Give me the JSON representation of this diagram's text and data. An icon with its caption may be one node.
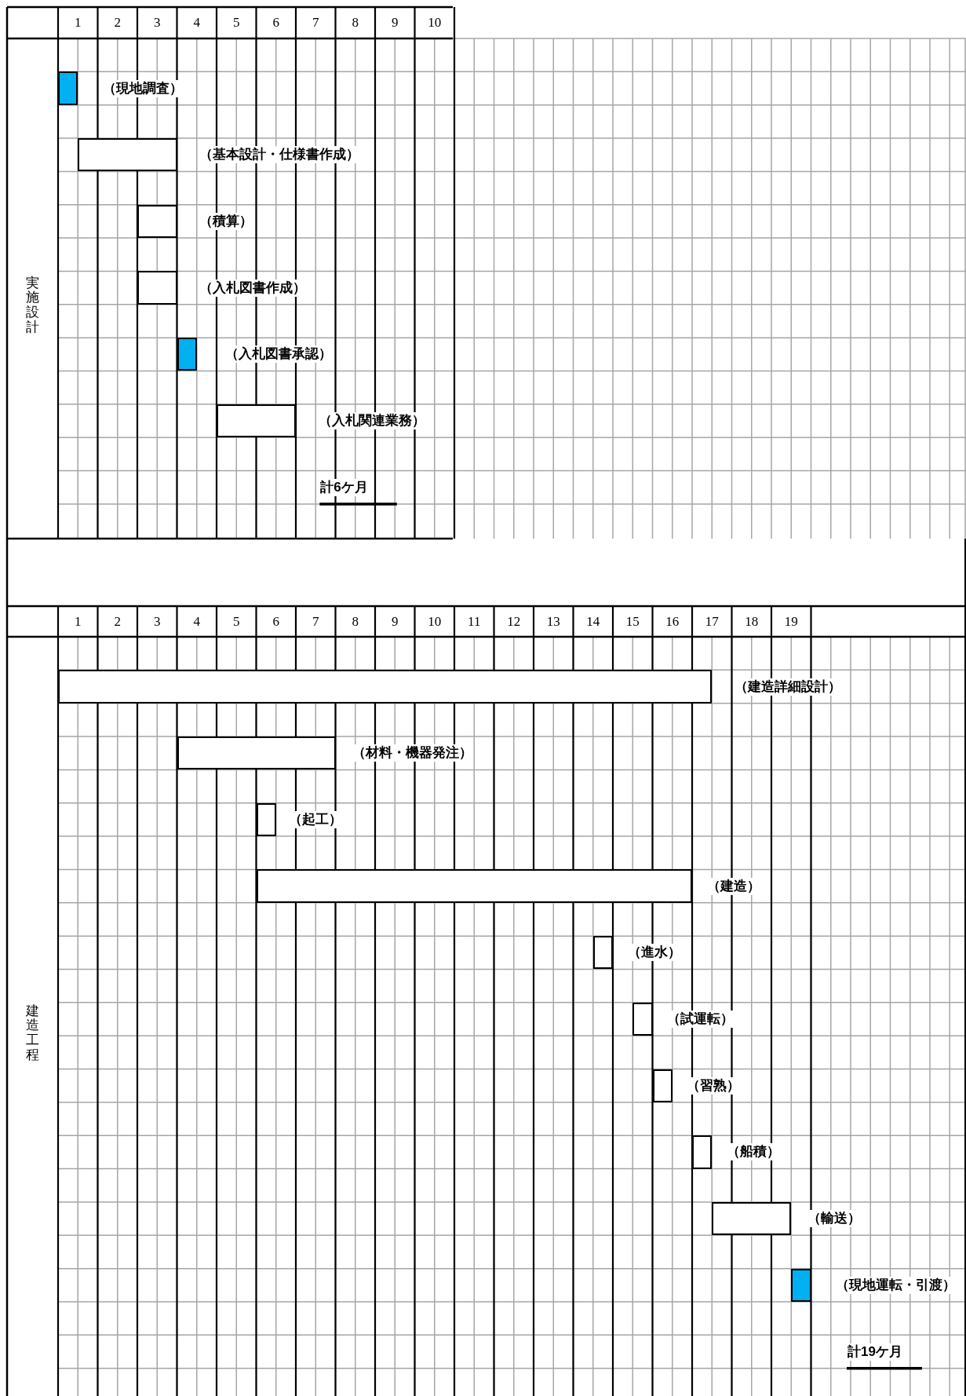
{
  "diagram": {
    "nodes": [
      {
        "text": [],
        "shape": "bar",
        "beside": [
          "（現地調査）"
        ]
      },
      {
        "text": [],
        "shape": "bar",
        "beside": [
          "（基本設計・仕様書作成）"
        ]
      },
      {
        "text": [],
        "shape": "bar",
        "beside": [
          "（積算）"
        ]
      },
      {
        "text": [],
        "shape": "bar",
        "beside": [
          "（入札図書作成）"
        ]
      },
      {
        "text": [],
        "shape": "bar",
        "beside": [
          "（入札図書承認）"
        ]
      },
      {
        "text": [],
        "shape": "bar",
        "beside": [
          "（入札関連業務）"
        ]
      },
      {
        "text": [],
        "shape": "bar",
        "beside": [
          "（建造詳細設計）"
        ]
      },
      {
        "text": [],
        "shape": "bar",
        "beside": [
          "（材料・機器発注）"
        ]
      },
      {
        "text": [],
        "shape": "bar",
        "beside": [
          "（起工）"
        ]
      },
      {
        "text": [],
        "shape": "bar",
        "beside": [
          "（建造）"
        ]
      },
      {
        "text": [],
        "shape": "bar",
        "beside": [
          "（進水）"
        ]
      },
      {
        "text": [],
        "shape": "bar",
        "beside": [
          "（試運転）"
        ]
      },
      {
        "text": [],
        "shape": "bar",
        "beside": [
          "（習熟）"
        ]
      },
      {
        "text": [],
        "shape": "bar",
        "beside": [
          "（船積）"
        ]
      },
      {
        "text": [],
        "shape": "bar",
        "beside": [
          "（輸送）"
        ]
      },
      {
        "text": [],
        "shape": "bar",
        "beside": [
          "（現地運転・引渡）"
        ]
      }
    ],
    "labels": [
      "1",
      "2",
      "3",
      "4",
      "5",
      "6",
      "7",
      "8",
      "9",
      "10",
      "実施設計",
      "計6ケ月",
      "1",
      "2",
      "3",
      "4",
      "5",
      "6",
      "7",
      "8",
      "9",
      "10",
      "11",
      "12",
      "13",
      "14",
      "15",
      "16",
      "17",
      "18",
      "19",
      "建造工程",
      "計19ケ月"
    ]
  }
}
